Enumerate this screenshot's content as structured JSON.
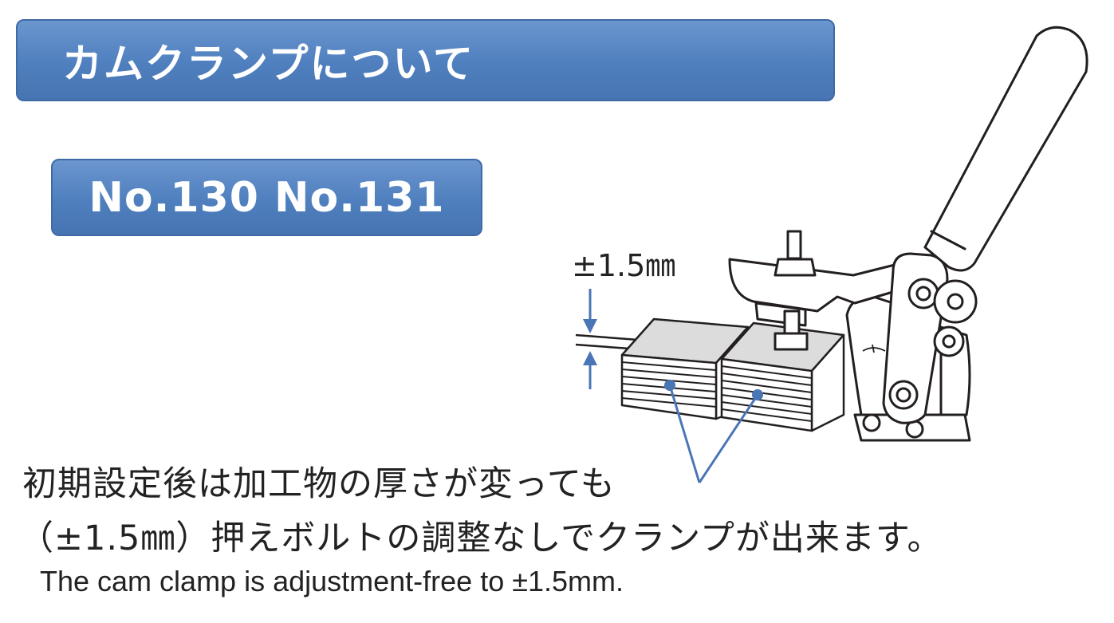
{
  "header": {
    "title": "カムクランプについて"
  },
  "models": {
    "label": "No.130 No.131"
  },
  "diagram": {
    "tolerance_label": "±1.5㎜",
    "accent_color": "#4a76b6",
    "stroke_color": "#231f20"
  },
  "description": {
    "jp_line1": "初期設定後は加工物の厚さが変っても",
    "jp_line2": "（±1.5㎜）押えボルトの調整なしでクランプが出来ます。",
    "en_line": "The cam clamp is adjustment-free to ±1.5mm."
  },
  "theme": {
    "banner_color": "#5585c4",
    "banner_border": "#3f6aa6"
  }
}
